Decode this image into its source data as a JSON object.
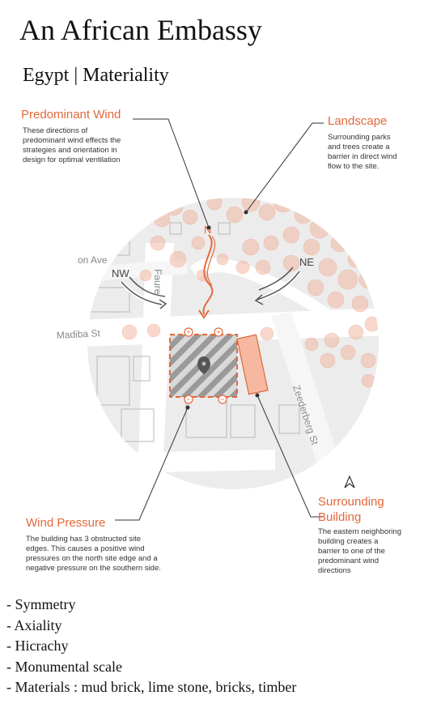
{
  "header": {
    "title": "An African Embassy",
    "subtitle": "Egypt | Materiality"
  },
  "annotations": {
    "predominant_wind": {
      "title": "Predominant Wind",
      "lines": [
        "These directions of",
        "predominant wind effects the",
        "strategies and orientation in",
        "design for optimal ventilation"
      ]
    },
    "landscape": {
      "title": "Landscape",
      "lines": [
        "Surrounding parks",
        "and trees create a",
        "barrier in direct wind",
        "flow to the site."
      ]
    },
    "wind_pressure": {
      "title": "Wind Pressure",
      "lines": [
        "The building has 3 obstructed site",
        "edges. This causes a positive wind",
        "pressures on the north site edge and a",
        "negative pressure on the southern side."
      ]
    },
    "surrounding_building": {
      "title_lines": [
        "Surrounding",
        "Building"
      ],
      "lines": [
        "The eastern neighboring",
        "building creates a",
        "barrier to one of the",
        "predominant wind",
        "directions"
      ]
    }
  },
  "map": {
    "street_labels": {
      "madiba": "Madiba St",
      "faure": "Faure",
      "zeederberg": "Zeederberg St",
      "on_ave": "on Ave"
    },
    "wind_labels": {
      "nw": "NW",
      "n": "N",
      "ne": "NE"
    },
    "pressure_signs": {
      "positive": "+",
      "negative": "−"
    },
    "north_arrow_icon": "north-arrow-icon",
    "accent_color": "#e2683b"
  },
  "features": [
    "- Symmetry",
    "- Axiality",
    "- Hicrachy",
    "- Monumental scale",
    "- Materials : mud brick, lime stone, bricks, timber"
  ]
}
